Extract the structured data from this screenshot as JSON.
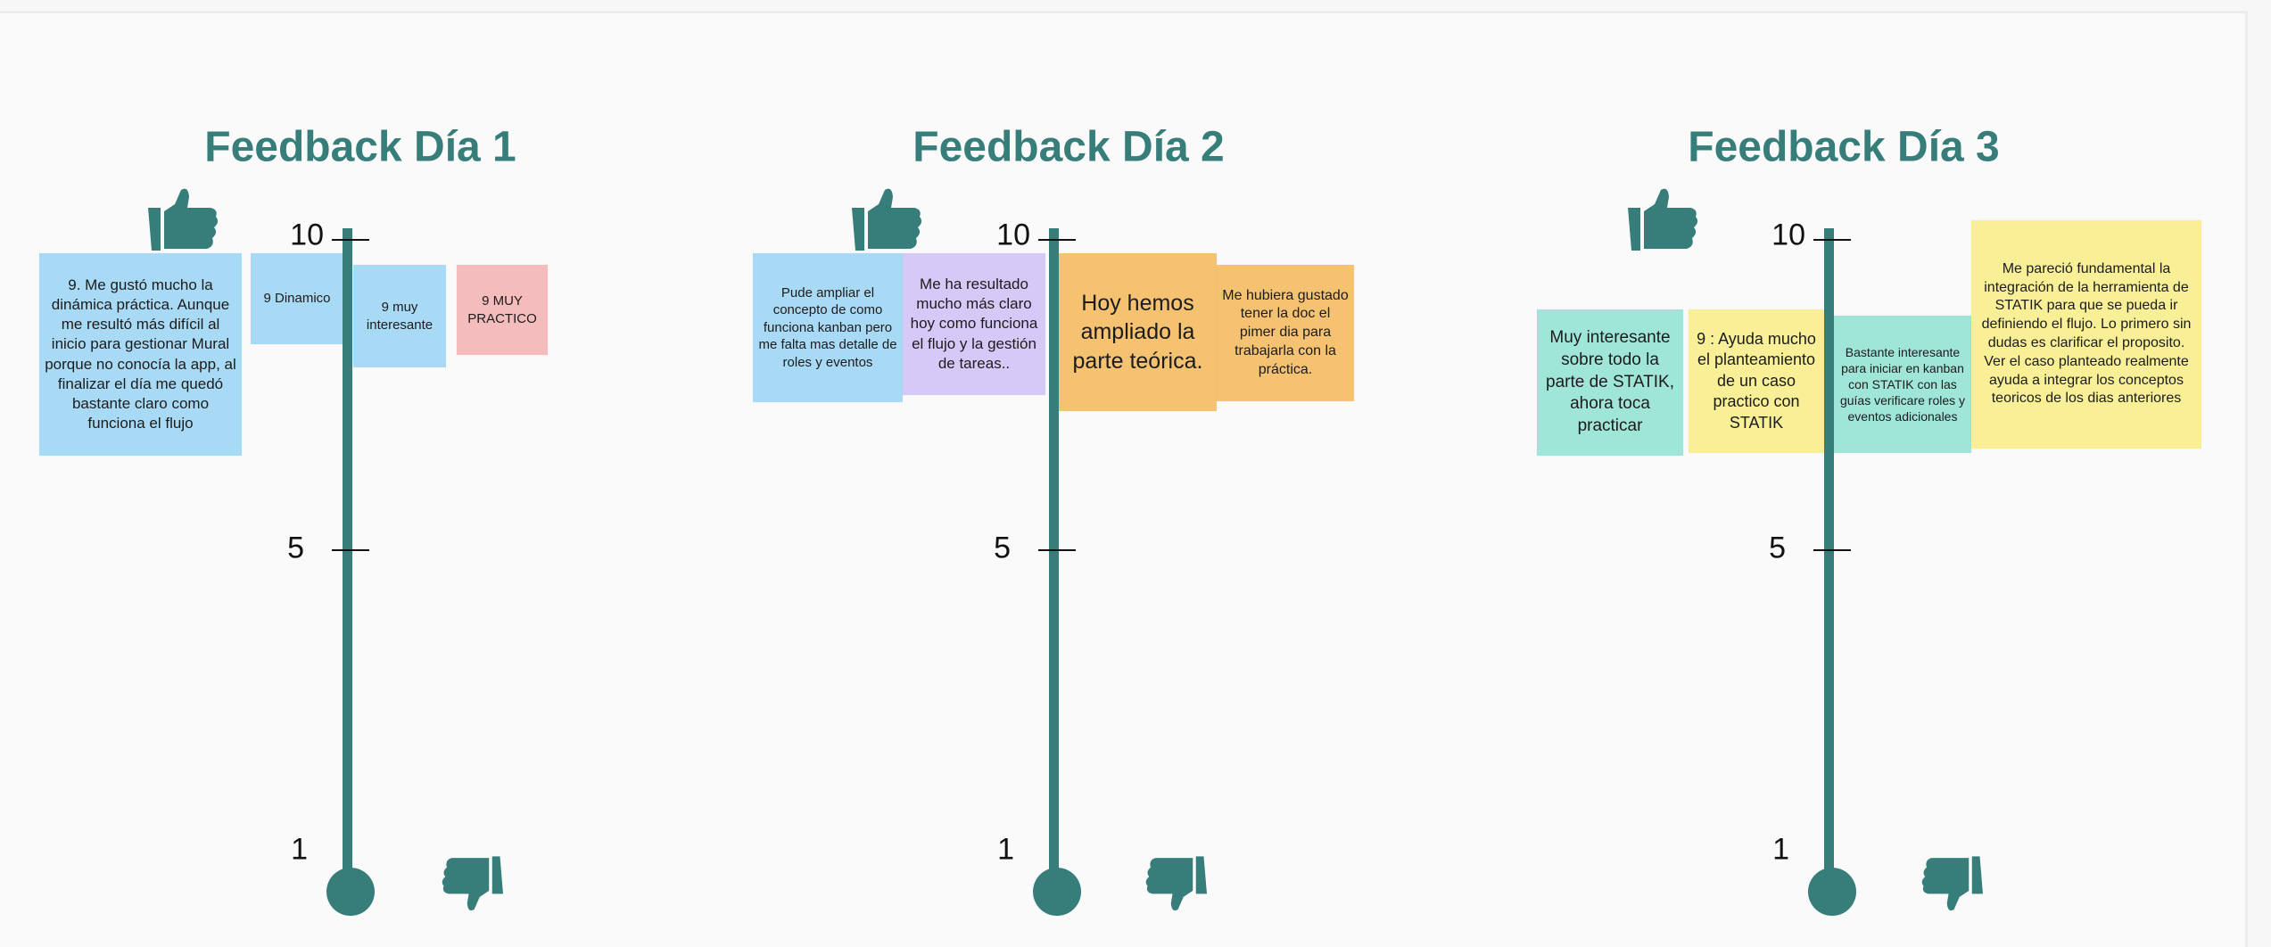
{
  "colors": {
    "accent": "#377e7b",
    "blue": "#a9daf5",
    "pink": "#f5bcbd",
    "purple": "#d7c9f7",
    "orange": "#f5c272",
    "teal": "#9fe5d8",
    "yellow": "#f8ef96"
  },
  "boards": [
    {
      "title": "Feedback Día 1",
      "scale": {
        "top": "10",
        "mid": "5",
        "bottom": "1"
      },
      "icons": {
        "up": "thumbs-up-icon",
        "down": "thumbs-down-icon"
      },
      "notes": [
        {
          "text": "9. Me gustó mucho la dinámica práctica. Aunque me resultó más difícil al inicio para gestionar Mural porque no conocía la app, al finalizar el día me quedó bastante claro como funciona el flujo",
          "color": "#a9daf5"
        },
        {
          "text": "9 Dinamico",
          "color": "#a9daf5"
        },
        {
          "text": "9 muy interesante",
          "color": "#a9daf5"
        },
        {
          "text": "9 MUY PRACTICO",
          "color": "#f5bcbd"
        }
      ]
    },
    {
      "title": "Feedback Día 2",
      "scale": {
        "top": "10",
        "mid": "5",
        "bottom": "1"
      },
      "icons": {
        "up": "thumbs-up-icon",
        "down": "thumbs-down-icon"
      },
      "notes": [
        {
          "text": "Pude ampliar el concepto de como funciona kanban pero me falta mas detalle de roles y eventos",
          "color": "#a9daf5"
        },
        {
          "text": "Me ha resultado mucho más claro hoy como funciona el flujo y la gestión de tareas..",
          "color": "#d7c9f7"
        },
        {
          "text": "Hoy hemos ampliado la parte teórica.",
          "color": "#f5c272"
        },
        {
          "text": "Me hubiera gustado tener la doc el pimer dia para trabajarla con la práctica.",
          "color": "#f5c272"
        }
      ]
    },
    {
      "title": "Feedback Día 3",
      "scale": {
        "top": "10",
        "mid": "5",
        "bottom": "1"
      },
      "icons": {
        "up": "thumbs-up-icon",
        "down": "thumbs-down-icon"
      },
      "notes": [
        {
          "text": "Muy interesante sobre todo la parte de STATIK, ahora toca practicar",
          "color": "#9fe5d8"
        },
        {
          "text": "9 : Ayuda mucho el planteamiento de un caso practico con STATIK",
          "color": "#f8ef96"
        },
        {
          "text": "Bastante interesante para iniciar en kanban con STATIK con las guías verificare roles y eventos adicionales",
          "color": "#9fe5d8"
        },
        {
          "text": "Me pareció fundamental la integración de la herramienta de STATIK para que se pueda ir definiendo el flujo. Lo primero sin dudas es clarificar el proposito. Ver el caso planteado realmente ayuda a integrar los conceptos teoricos de los dias anteriores",
          "color": "#f8ef96"
        }
      ]
    }
  ]
}
